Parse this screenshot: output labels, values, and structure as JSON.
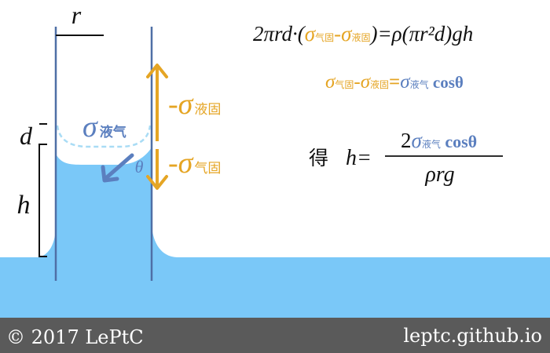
{
  "colors": {
    "water": "#7ac8f8",
    "tube": "#4f6fa6",
    "sigma_liquid_gas": "#5b7fbf",
    "sigma_solid": "#e5a524",
    "meniscus_dash": "#a9dcf5",
    "footer_bg": "#5a5a5a",
    "footer_text": "#ffffff",
    "ink": "#111111"
  },
  "labels": {
    "r": "r",
    "d": "d",
    "h": "h",
    "theta": "θ",
    "sigma": "σ",
    "sub_liquid_gas": "液气",
    "neg_sigma": "-σ",
    "sub_liquid_solid": "液固",
    "sub_gas_solid": "气固"
  },
  "equations": {
    "eq1": {
      "lhs": "2πrd·(",
      "s1": "σ",
      "s1_sub": "气固",
      "minus": "-",
      "s2": "σ",
      "s2_sub": "液固",
      "rhs": ")=ρ(πr²d)gh"
    },
    "eq2": {
      "s1": "σ",
      "s1_sub": "气固",
      "minus": "-",
      "s2": "σ",
      "s2_sub": "液固",
      "equals": "=",
      "s3": "σ",
      "s3_sub": "液气",
      "cos": " cosθ"
    },
    "eq3": {
      "prefix": "得",
      "h_eq": "h=",
      "num_2": "2",
      "num_sigma": "σ",
      "num_sub": "液气",
      "num_cos": " cosθ",
      "den": "ρrg"
    }
  },
  "footer": {
    "copyright": "© 2017 LePtC",
    "url": "leptc.github.io"
  }
}
